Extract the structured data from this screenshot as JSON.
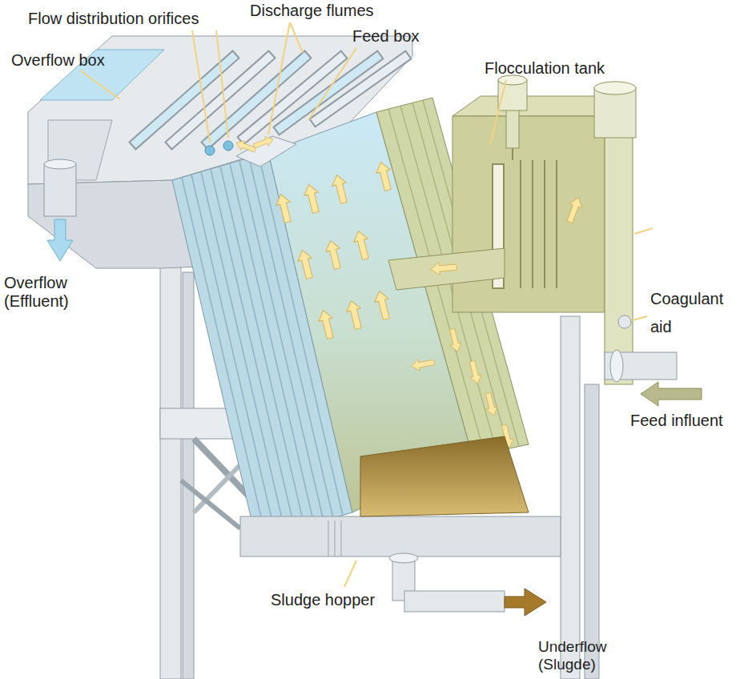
{
  "diagram": {
    "labels": [
      "Discharge flumes",
      "Flow distribution orifices",
      "Feed box",
      "Overflow box",
      "Flocculation tank",
      "Overflow (Effluent)",
      "Coagulant aid",
      "Feed influent",
      "Sludge hopper",
      "Underflow (Slugde)"
    ]
  }
}
